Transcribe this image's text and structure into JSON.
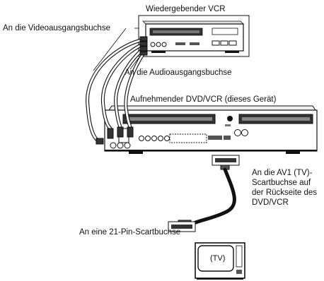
{
  "labels": {
    "playback_vcr": "Wiedergebender VCR",
    "video_out": "An die Videoausgangsbuchse",
    "audio_out": "An die Audioausgangsbuchse",
    "recording_dvd": "Aufnehmender DVD/VCR (dieses Gerät)",
    "scart_av1": "An die AV1 (TV)-Scartbuchse auf der Rückseite des DVD/VCR",
    "pin21": "An eine 21-Pin-Scartbuchse",
    "tv": "(TV)"
  }
}
